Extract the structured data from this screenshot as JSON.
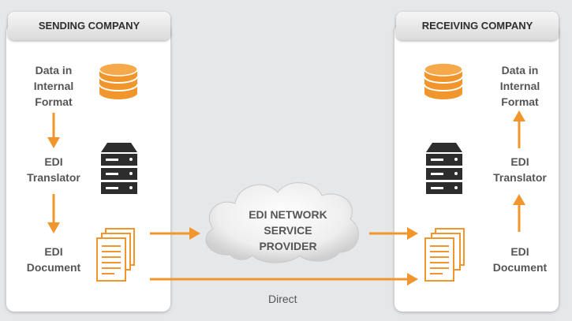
{
  "sending": {
    "title": "SENDING COMPANY",
    "data_label": [
      "Data in",
      "Internal",
      "Format"
    ],
    "translator_label": [
      "EDI",
      "Translator"
    ],
    "document_label": [
      "EDI",
      "Document"
    ]
  },
  "receiving": {
    "title": "RECEIVING COMPANY",
    "data_label": [
      "Data in",
      "Internal",
      "Format"
    ],
    "translator_label": [
      "EDI",
      "Translator"
    ],
    "document_label": [
      "EDI",
      "Document"
    ]
  },
  "network": {
    "label": [
      "EDI NETWORK",
      "SERVICE",
      "PROVIDER"
    ]
  },
  "direct_label": "Direct",
  "colors": {
    "accent": "#f0962c",
    "server": "#2d2d2d",
    "text": "#555555"
  }
}
